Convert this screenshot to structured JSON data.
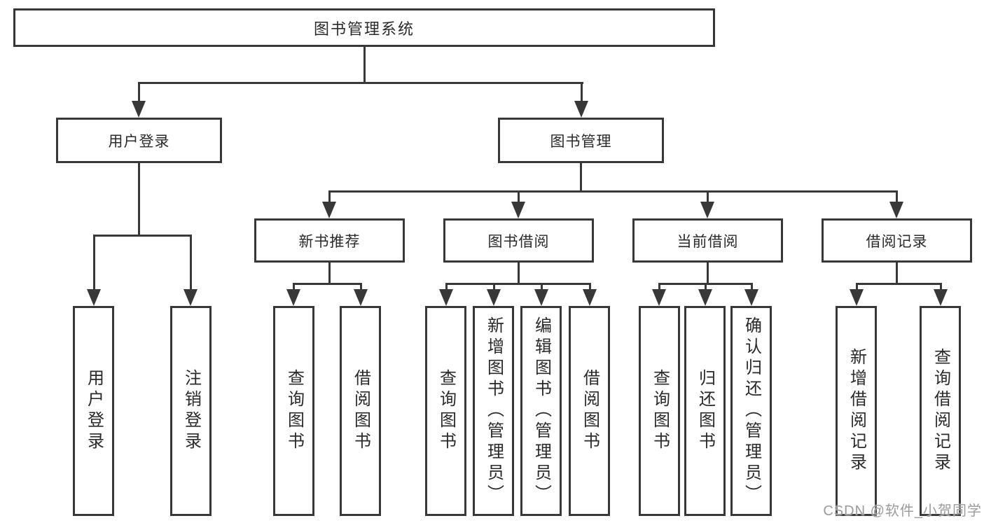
{
  "diagram": {
    "title": "图书管理系统",
    "children": [
      {
        "label": "用户登录",
        "children": [
          {
            "label": "用户登录"
          },
          {
            "label": "注销登录"
          }
        ]
      },
      {
        "label": "图书管理",
        "children": [
          {
            "label": "新书推荐",
            "children": [
              {
                "label": "查询图书"
              },
              {
                "label": "借阅图书"
              }
            ]
          },
          {
            "label": "图书借阅",
            "children": [
              {
                "label": "查询图书"
              },
              {
                "label": "新增图书（管理员）"
              },
              {
                "label": "编辑图书（管理员）"
              },
              {
                "label": "借阅图书"
              }
            ]
          },
          {
            "label": "当前借阅",
            "children": [
              {
                "label": "查询图书"
              },
              {
                "label": "归还图书"
              },
              {
                "label": "确认归还（管理员）"
              }
            ]
          },
          {
            "label": "借阅记录",
            "children": [
              {
                "label": "新增借阅记录"
              },
              {
                "label": "查询借阅记录"
              }
            ]
          }
        ]
      }
    ]
  },
  "watermark": "CSDN @软件_小贺同学",
  "colors": {
    "line": "#383838",
    "box_border": "#383838",
    "text": "#2a2a2a",
    "background": "#ffffff",
    "watermark": "#9b9b9b"
  }
}
